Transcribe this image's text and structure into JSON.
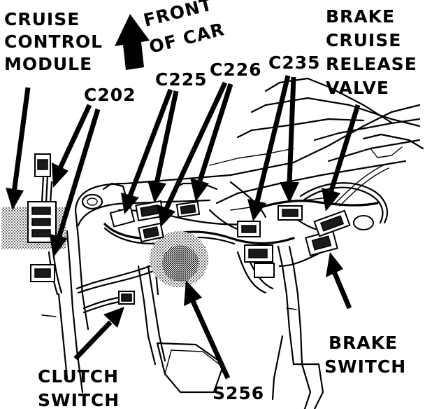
{
  "labels": {
    "cruise_control_module": [
      "CRUISE",
      "CONTROL",
      "MODULE"
    ],
    "front_of_car": [
      "FRONT",
      "OF CAR"
    ],
    "c202": "C202",
    "c225": "C225",
    "c226": "C226",
    "c235": "C235",
    "brake_cruise_release_valve": [
      "BRAKE",
      "CRUISE",
      "RELEASE",
      "VALVE"
    ],
    "brake_switch": [
      "BRAKE",
      "SWITCH"
    ],
    "clutch_switch": [
      "CLUTCH",
      "SWITCH"
    ],
    "s256": "S256"
  },
  "icons": {
    "front_direction": "front-of-car-arrow-icon"
  }
}
